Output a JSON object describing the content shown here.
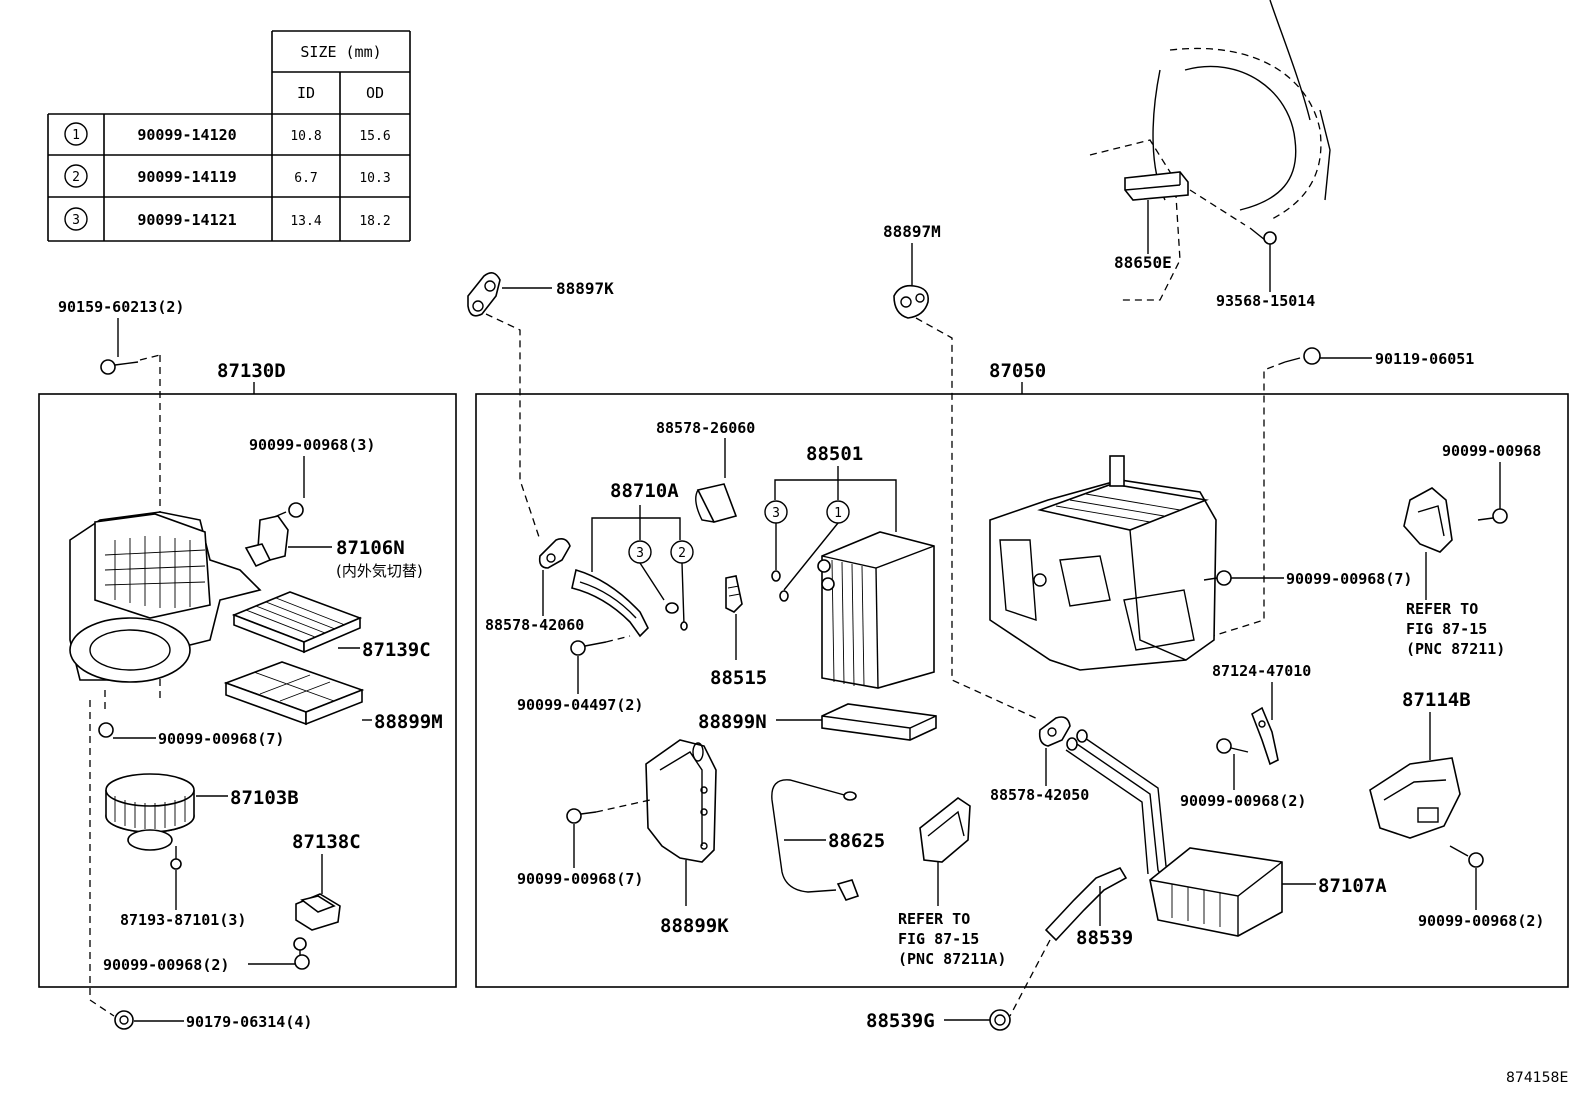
{
  "size_table": {
    "header": "SIZE (mm)",
    "col_id": "ID",
    "col_od": "OD",
    "rows": [
      {
        "num": "1",
        "part": "90099-14120",
        "id": "10.8",
        "od": "15.6"
      },
      {
        "num": "2",
        "part": "90099-14119",
        "id": "6.7",
        "od": "10.3"
      },
      {
        "num": "3",
        "part": "90099-14121",
        "id": "13.4",
        "od": "18.2"
      }
    ]
  },
  "labels": {
    "p88650E": "88650E",
    "p93568_15014": "93568-15014",
    "p88897M": "88897M",
    "p88897K": "88897K",
    "p90159_60213": "90159-60213(2)",
    "p87130D": "87130D",
    "p87050": "87050",
    "p90119_06051": "90119-06051",
    "p90099_00968_3": "90099-00968(3)",
    "p87106N": "87106N",
    "p87106N_note": "(内外気切替)",
    "p87139C": "87139C",
    "p88899M": "88899M",
    "p90099_00968_7a": "90099-00968(7)",
    "p87103B": "87103B",
    "p87138C": "87138C",
    "p87193_87101": "87193-87101(3)",
    "p90099_00968_2a": "90099-00968(2)",
    "p90179_06314": "90179-06314(4)",
    "p88578_26060": "88578-26060",
    "p88501": "88501",
    "p88710A": "88710A",
    "p88578_42060": "88578-42060",
    "p90099_04497": "90099-04497(2)",
    "p88515": "88515",
    "p88899N": "88899N",
    "p90099_00968_7b": "90099-00968(7)",
    "p88899K": "88899K",
    "p88625": "88625",
    "p88539G": "88539G",
    "p88539": "88539",
    "p88578_42050": "88578-42050",
    "p90099_00968_7c": "90099-00968(7)",
    "p90099_00968": "90099-00968",
    "p87124_47010": "87124-47010",
    "p90099_00968_2b": "90099-00968(2)",
    "p87114B": "87114B",
    "p87107A": "87107A",
    "p90099_00968_2c": "90099-00968(2)",
    "ref_a_line1": "REFER TO",
    "ref_a_line2": "FIG 87-15",
    "ref_a_line3": "(PNC 87211A)",
    "ref_b_line1": "REFER TO",
    "ref_b_line2": "FIG 87-15",
    "ref_b_line3": "(PNC 87211)",
    "callout_1": "1",
    "callout_2": "2",
    "callout_3": "3",
    "figure_id": "874158E"
  }
}
